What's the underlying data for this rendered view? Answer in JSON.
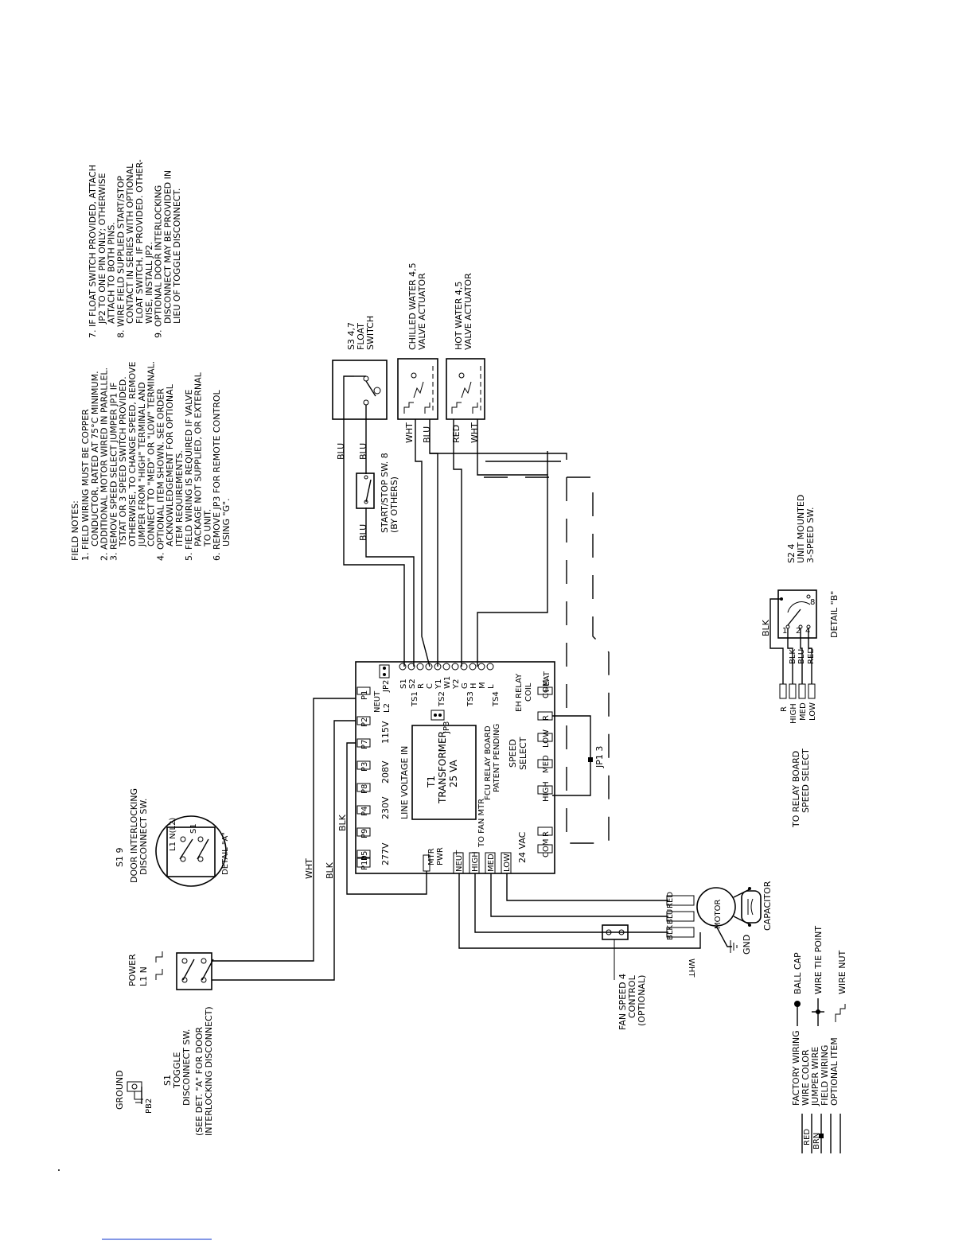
{
  "notes": {
    "header": "FIELD NOTES:",
    "col1": [
      "1. FIELD WIRING MUST BE COPPER",
      "CONDUCTOR, RATED AT 75°C MINIMUM.",
      "2. ADDITIONAL MOTOR WIRED IN PARALLEL.",
      "3. REMOVE SPEED SELECT JUMPER JP1 IF",
      "TSTAT OR 3 SPEED SWITCH PROVIDED.",
      "OTHERWISE, TO CHANGE SPEED, REMOVE",
      "JUMPER FROM \"HIGH\" TERMINAL AND",
      "CONNECT TO \"MED\" OR \"LOW\" TERMINAL.",
      "4. OPTIONAL ITEM SHOWN. SEE ORDER",
      "ACKNOWLEDGEMENT FOR OPTIONAL",
      "ITEM REQUIREMENTS.",
      "5. FIELD WIRING IS REQUIRED IF VALVE",
      "PACKAGE NOT SUPPLIED, OR EXTERNAL",
      "TO UNIT.",
      "6. REMOVE JP3 FOR REMOTE CONTROL",
      "USING \"G\"."
    ],
    "col2": [
      "7. IF FLOAT SWITCH PROVIDED, ATTACH",
      "JP2 TO ONE PIN ONLY; OTHERWISE",
      "ATTACH TO BOTH PINS.",
      "8. WIRE FIELD SUPPLIED START/STOP",
      "CONTACT IN SERIES WITH OPTIONAL",
      "FLOAT SWITCH, IF PROVIDED. OTHER-",
      "WISE, INSTALL JP2.",
      "9. OPTIONAL DOOR INTERLOCKING",
      "DISCONNECT MAY BE PROVIDED IN",
      "LIEU OF TOGGLE DISCONNECT."
    ]
  },
  "components": {
    "float_switch": [
      "S3 4,7",
      "FLOAT",
      "SWITCH"
    ],
    "chilled_valve": [
      "CHILLED WATER 4,5",
      "VALVE ACTUATOR"
    ],
    "hot_valve": [
      "HOT WATER 4,5",
      "VALVE ACTUATOR"
    ],
    "start_stop": [
      "START/STOP SW. 8",
      "(BY OTHERS)"
    ],
    "s2": [
      "S2 4",
      "UNIT MOUNTED",
      "3-SPEED SW."
    ],
    "detail_b": "DETAIL \"B\"",
    "to_relay": [
      "TO RELAY BOARD",
      "SPEED SELECT"
    ],
    "s1_door": [
      "S1 9",
      "DOOR INTERLOCKING",
      "DISCONNECT SW."
    ],
    "detail_a": "DETAIL \"A\"",
    "power": [
      "POWER",
      "L1  N"
    ],
    "ground": "GROUND",
    "pb2": "PB2",
    "s1_toggle": [
      "S1",
      "TOGGLE",
      "DISCONNECT SW.",
      "(SEE DET. \"A\" FOR DOOR",
      "INTERLOCKING DISCONNECT)"
    ],
    "fan_speed": [
      "FAN SPEED 4",
      "CONTROL",
      "(OPTIONAL)"
    ],
    "motor": "MOTOR",
    "capacitor": "CAPACITOR",
    "gnd": "GND",
    "jp1": "JP1 3"
  },
  "board": {
    "transformer": [
      "T1",
      "TRANSFORMER",
      "25 VA"
    ],
    "line_voltage": "LINE VOLTAGE IN",
    "fcu": [
      "FCU RELAY BOARD",
      "PATENT PENDING"
    ],
    "speed_select": [
      "SPEED",
      "SELECT"
    ],
    "mtr_pwr": [
      "MTR",
      "PWR"
    ],
    "to_fan_mtr": "TO FAN MTR",
    "vac": "24 VAC",
    "eh_relay": [
      "EH RELAY",
      "COIL"
    ],
    "neut_l2": [
      "NEUT",
      "L2"
    ],
    "jp2": "JP2",
    "jp3": "JP3",
    "ts": [
      "TS1",
      "TS2",
      "TS3",
      "TS4"
    ],
    "voltages": [
      "115V",
      "208V",
      "230V",
      "277V"
    ],
    "p_pins": [
      "P1",
      "P2",
      "P7",
      "P3",
      "P8",
      "P4",
      "P9",
      "P5",
      "P10"
    ],
    "terminals": [
      "S1",
      "S2",
      "R",
      "C",
      "Y1",
      "W1",
      "Y2",
      "G",
      "H",
      "M",
      "L"
    ],
    "heat": "HEAT",
    "com": "COM",
    "r": "R",
    "low": "LOW",
    "med": "MED",
    "high": "HIGH",
    "motor_taps": [
      "NEUT",
      "HIGH",
      "MED",
      "LOW"
    ]
  },
  "wires": {
    "blu": "BLU",
    "wht": "WHT",
    "red": "RED",
    "blk": "BLK",
    "r": "R",
    "high": "HIGH",
    "med": "MED",
    "low": "LOW"
  },
  "legend": {
    "factory": "FACTORY WIRING",
    "color": "WIRE COLOR",
    "color_sample": "RED",
    "jumper": "JUMPER WIRE",
    "jumper_sample": "BRN",
    "field": "FIELD WIRING",
    "optional": "OPTIONAL ITEM",
    "ball": "BALL CAP",
    "tie": "WIRE TIE POINT",
    "nut": "WIRE NUT"
  }
}
